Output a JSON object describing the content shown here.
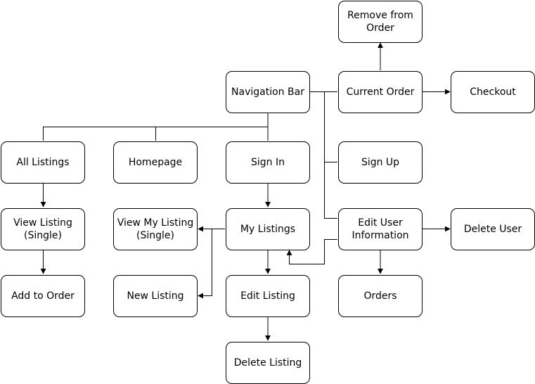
{
  "nodes": {
    "remove_from_order": "Remove from\nOrder",
    "navigation_bar": "Navigation Bar",
    "current_order": "Current Order",
    "checkout": "Checkout",
    "all_listings": "All Listings",
    "homepage": "Homepage",
    "sign_in": "Sign In",
    "sign_up": "Sign Up",
    "view_listing_single": "View Listing\n(Single)",
    "view_my_listing_single": "View My Listing\n(Single)",
    "my_listings": "My Listings",
    "edit_user_information": "Edit User\nInformation",
    "delete_user": "Delete User",
    "add_to_order": "Add to Order",
    "new_listing": "New Listing",
    "edit_listing": "Edit Listing",
    "orders": "Orders",
    "delete_listing": "Delete Listing"
  },
  "edges": [
    {
      "from": "navigation_bar",
      "to": "current_order"
    },
    {
      "from": "current_order",
      "to": "remove_from_order"
    },
    {
      "from": "current_order",
      "to": "checkout"
    },
    {
      "from": "navigation_bar",
      "to": "all_listings"
    },
    {
      "from": "navigation_bar",
      "to": "homepage"
    },
    {
      "from": "navigation_bar",
      "to": "sign_in"
    },
    {
      "from": "navigation_bar",
      "to": "sign_up"
    },
    {
      "from": "navigation_bar",
      "to": "edit_user_information"
    },
    {
      "from": "all_listings",
      "to": "view_listing_single"
    },
    {
      "from": "view_listing_single",
      "to": "add_to_order"
    },
    {
      "from": "sign_in",
      "to": "my_listings"
    },
    {
      "from": "my_listings",
      "to": "view_my_listing_single"
    },
    {
      "from": "my_listings",
      "to": "new_listing"
    },
    {
      "from": "my_listings",
      "to": "edit_listing"
    },
    {
      "from": "edit_listing",
      "to": "delete_listing"
    },
    {
      "from": "edit_user_information",
      "to": "my_listings"
    },
    {
      "from": "edit_user_information",
      "to": "delete_user"
    },
    {
      "from": "edit_user_information",
      "to": "orders"
    }
  ]
}
